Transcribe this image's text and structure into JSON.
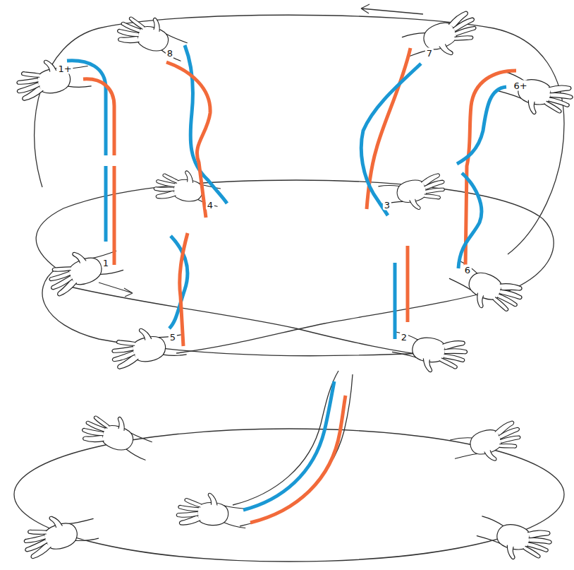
{
  "diagram": {
    "labels": [
      "1+",
      "8",
      "7",
      "6+",
      "4",
      "3",
      "1",
      "5",
      "2",
      "6"
    ]
  }
}
